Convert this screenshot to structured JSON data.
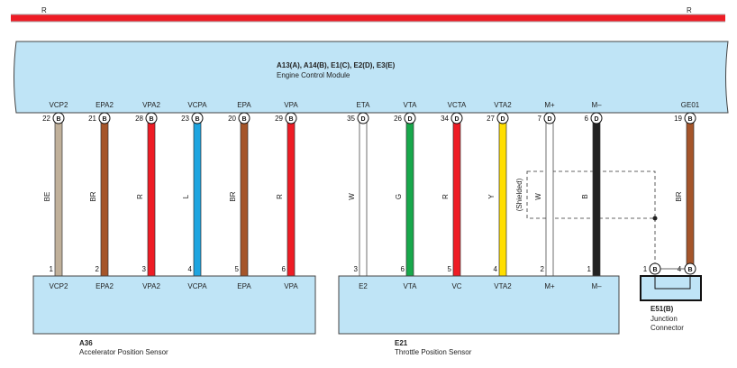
{
  "power_rail": {
    "color_label_left": "R",
    "color_label_right": "R",
    "color": "#ee1c25"
  },
  "ecm": {
    "connector_line": "A13(A), A14(B), E1(C), E2(D), E3(E)",
    "name": "Engine Control Module",
    "fill": "#bfe4f6",
    "terminals": [
      {
        "id": "vcp2",
        "name": "VCP2",
        "pin": "22",
        "conn": "B",
        "wire": "BE",
        "color": "#c0b09a"
      },
      {
        "id": "epa2",
        "name": "EPA2",
        "pin": "21",
        "conn": "B",
        "wire": "BR",
        "color": "#a5552a"
      },
      {
        "id": "vpa2",
        "name": "VPA2",
        "pin": "28",
        "conn": "B",
        "wire": "R",
        "color": "#ee1c25"
      },
      {
        "id": "vcpa",
        "name": "VCPA",
        "pin": "23",
        "conn": "B",
        "wire": "L",
        "color": "#1ea5e0"
      },
      {
        "id": "epa",
        "name": "EPA",
        "pin": "20",
        "conn": "B",
        "wire": "BR",
        "color": "#a5552a"
      },
      {
        "id": "vpa",
        "name": "VPA",
        "pin": "29",
        "conn": "B",
        "wire": "R",
        "color": "#ee1c25"
      },
      {
        "id": "eta",
        "name": "ETA",
        "pin": "35",
        "conn": "D",
        "wire": "W",
        "color": "#ffffff"
      },
      {
        "id": "vta",
        "name": "VTA",
        "pin": "26",
        "conn": "D",
        "wire": "G",
        "color": "#18a84b"
      },
      {
        "id": "vcta",
        "name": "VCTA",
        "pin": "34",
        "conn": "D",
        "wire": "R",
        "color": "#ee1c25"
      },
      {
        "id": "vta2",
        "name": "VTA2",
        "pin": "27",
        "conn": "D",
        "wire": "Y",
        "color": "#ffde00"
      },
      {
        "id": "mplus",
        "name": "M+",
        "pin": "7",
        "conn": "D",
        "wire": "W",
        "color": "#ffffff"
      },
      {
        "id": "mminus",
        "name": "M–",
        "pin": "6",
        "conn": "D",
        "wire": "B",
        "color": "#222222"
      },
      {
        "id": "ge01",
        "name": "GE01",
        "pin": "19",
        "conn": "B",
        "wire": "BR",
        "color": "#a5552a"
      }
    ]
  },
  "shield_label": "(Shielded)",
  "a36": {
    "code": "A36",
    "name": "Accelerator Position Sensor",
    "terminals": [
      {
        "name": "VCP2",
        "pin": "1"
      },
      {
        "name": "EPA2",
        "pin": "2"
      },
      {
        "name": "VPA2",
        "pin": "3"
      },
      {
        "name": "VCPA",
        "pin": "4"
      },
      {
        "name": "EPA",
        "pin": "5"
      },
      {
        "name": "VPA",
        "pin": "6"
      }
    ]
  },
  "e21": {
    "code": "E21",
    "name": "Throttle Position Sensor",
    "terminals": [
      {
        "name": "E2",
        "pin": "3"
      },
      {
        "name": "VTA",
        "pin": "6"
      },
      {
        "name": "VC",
        "pin": "5"
      },
      {
        "name": "VTA2",
        "pin": "4"
      },
      {
        "name": "M+",
        "pin": "2"
      },
      {
        "name": "M–",
        "pin": "1"
      }
    ]
  },
  "e51": {
    "code": "E51(B)",
    "name_line1": "Junction",
    "name_line2": "Connector",
    "pin_left": "1",
    "pin_right": "4",
    "conn": "B"
  }
}
